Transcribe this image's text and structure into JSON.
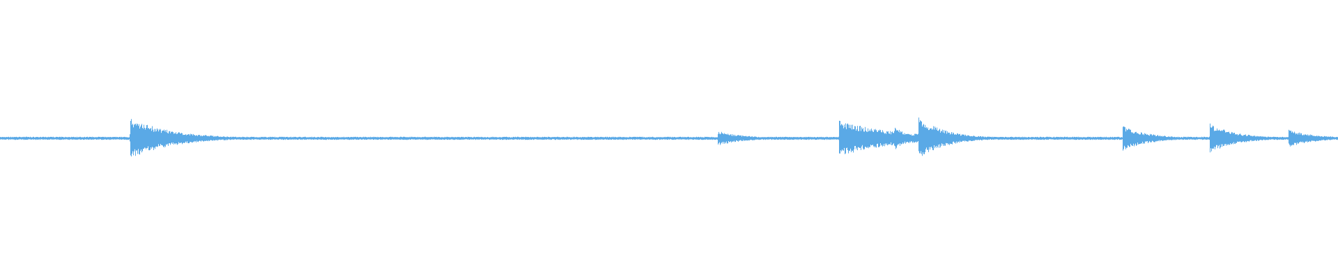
{
  "waveform": {
    "color": "#5aa9e6",
    "baseline_amplitude": 0.025,
    "events": [
      {
        "time": 0.097,
        "peak": 0.34,
        "decay": 0.03
      },
      {
        "time": 0.536,
        "peak": 0.12,
        "decay": 0.02
      },
      {
        "time": 0.627,
        "peak": 0.3,
        "decay": 0.04
      },
      {
        "time": 0.668,
        "peak": 0.2,
        "decay": 0.01
      },
      {
        "time": 0.686,
        "peak": 0.35,
        "decay": 0.02
      },
      {
        "time": 0.839,
        "peak": 0.2,
        "decay": 0.02
      },
      {
        "time": 0.904,
        "peak": 0.24,
        "decay": 0.02
      },
      {
        "time": 0.963,
        "peak": 0.14,
        "decay": 0.02
      }
    ]
  }
}
